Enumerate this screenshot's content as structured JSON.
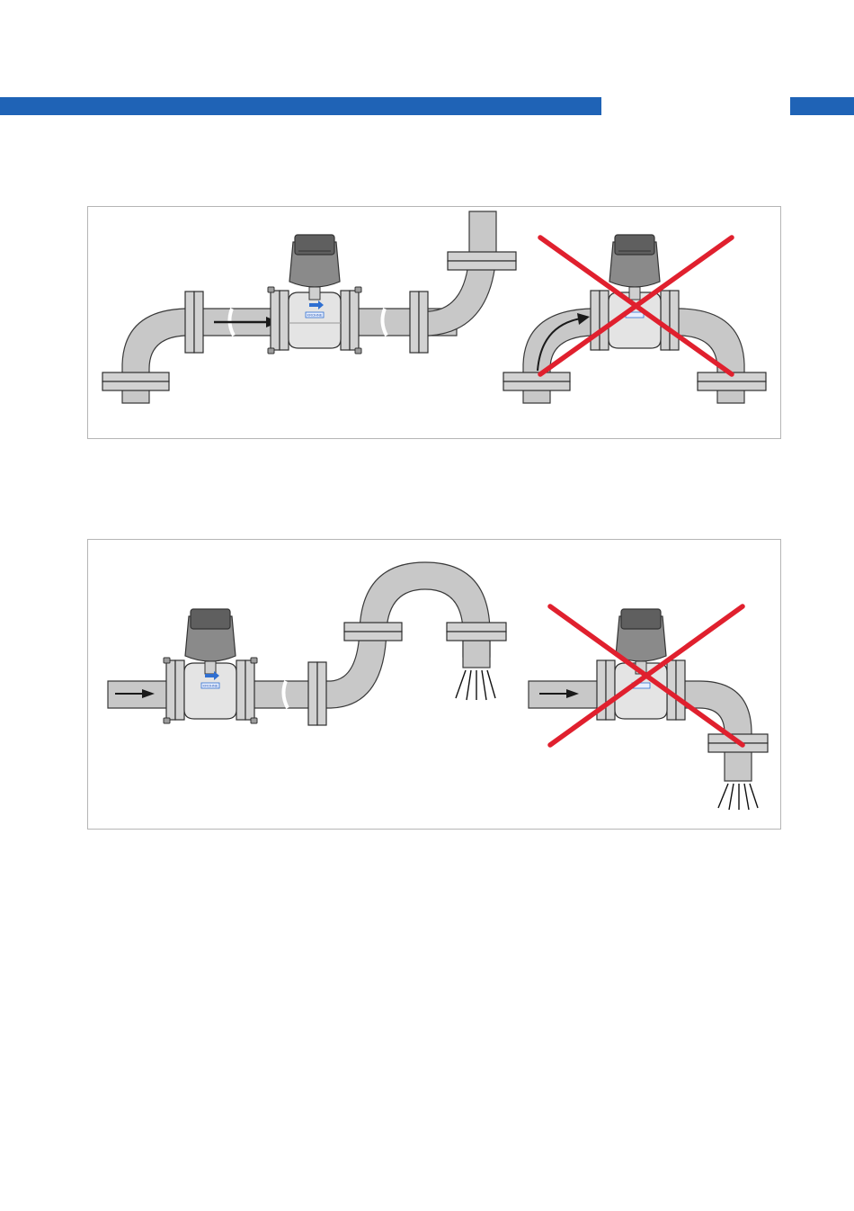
{
  "colors": {
    "accent": "#1f63b6",
    "warning": "#e0202e",
    "pipe": "#c8c8c8",
    "flange": "#d2d2d2",
    "flow_arrow": "#1a1a1a",
    "flow_indicator": "#2f6fd1"
  },
  "figures": [
    {
      "name": "inlet-outlet-elbows",
      "panels": [
        {
          "verdict": "correct",
          "marker": "none"
        },
        {
          "verdict": "incorrect",
          "marker": "red-x"
        }
      ]
    },
    {
      "name": "free-discharge-outlet",
      "panels": [
        {
          "verdict": "correct",
          "marker": "none"
        },
        {
          "verdict": "incorrect",
          "marker": "red-x"
        }
      ]
    }
  ],
  "nameplate": {
    "text": "KROHNE"
  },
  "icons": {
    "flow": "arrow-right-icon",
    "flow_indicator": "blue-arrow-icon",
    "discharge": "spray-lines-icon",
    "prohibited": "red-cross-icon"
  }
}
